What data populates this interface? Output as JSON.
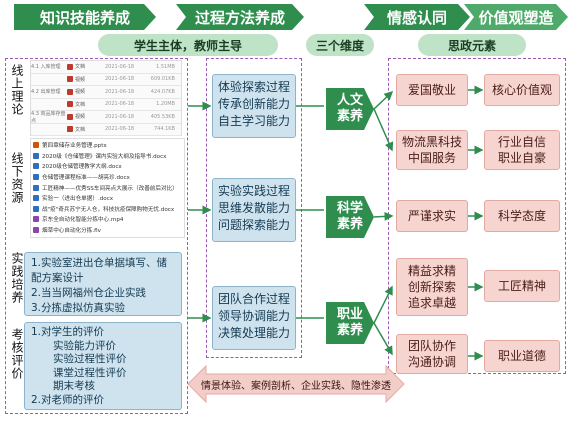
{
  "top_arrows": [
    "知识技能养成",
    "过程方法养成",
    "情感认同",
    "价值观塑造"
  ],
  "subheaders": {
    "left": "学生主体，教师主导",
    "middle": "三个维度",
    "right": "思政元素"
  },
  "sections": {
    "theory": "线上理论",
    "resources": "线下资源",
    "practice": "实践培养",
    "assessment": "考核评价"
  },
  "online_files": [
    {
      "section": "4.1 入库管理",
      "name": "文档",
      "date": "2021-06-18",
      "size": "1.51MB"
    },
    {
      "section": "",
      "name": "视频",
      "date": "2021-06-18",
      "size": "609.01KB"
    },
    {
      "section": "4.2 出库管理",
      "name": "视频",
      "date": "2021-06-18",
      "size": "424.07KB"
    },
    {
      "section": "",
      "name": "文档",
      "date": "2021-06-18",
      "size": "1.20MB"
    },
    {
      "section": "4.3 商品库存盘点",
      "name": "视频",
      "date": "2021-06-18",
      "size": "405.53KB"
    },
    {
      "section": "",
      "name": "文档",
      "date": "2021-06-18",
      "size": "744.1KB"
    }
  ],
  "offline_resources": [
    {
      "name": "第四章储存业务管理.pptx",
      "color": "#d35400"
    },
    {
      "name": "2020级《仓储管理》课内实验大纲及指导书.docx",
      "color": "#2e6fbf"
    },
    {
      "name": "2020级仓储管理教学大纲.docx",
      "color": "#2e6fbf"
    },
    {
      "name": "仓储管理课程标准——胡亮珍.docx",
      "color": "#2e6fbf"
    },
    {
      "name": "工匠精神——优秀SS车间亮点大展示（改善前后对比）",
      "color": "#2e6fbf"
    },
    {
      "name": "实验一（进出仓单据）.docx",
      "color": "#2e6fbf"
    },
    {
      "name": "战\"疫\"奇兵苏宁无人仓，科技抗疫保障购物无忧.docx",
      "color": "#2e6fbf"
    },
    {
      "name": "京东全自动化智能分拣中心.mp4",
      "color": "#8e44ad"
    },
    {
      "name": "烟草中心自动化分拣.flv",
      "color": "#8e44ad"
    }
  ],
  "practice_items": [
    "1.实验室进出仓单据填写、储配方案设计",
    "2.当当网福州仓企业实践",
    "3.分拣虚拟仿真实验"
  ],
  "assessment_items": [
    "1.对学生的评价",
    "实验能力评价",
    "实验过程性评价",
    "课堂过程性评价",
    "期末考核",
    "2.对老师的评价"
  ],
  "process_groups": [
    [
      "体验探索过程",
      "传承创新能力",
      "自主学习能力"
    ],
    [
      "实验实践过程",
      "思维发散能力",
      "问题探索能力"
    ],
    [
      "团队合作过程",
      "领导协调能力",
      "决策处理能力"
    ]
  ],
  "dimensions": [
    [
      "人文",
      "素养"
    ],
    [
      "科学",
      "素养"
    ],
    [
      "职业",
      "素养"
    ]
  ],
  "ideology_left": [
    "爱国敬业",
    "物流黑科技\n中国服务",
    "严谨求实",
    "精益求精\n创新探索\n追求卓越",
    "团队协作\n沟通协调"
  ],
  "ideology_right": [
    "核心价值观",
    "行业自信\n职业自豪",
    "科学态度",
    "工匠精神",
    "职业道德"
  ],
  "bottom_arrow": "情景体验、案例剖析、企业实践、隐性渗透"
}
